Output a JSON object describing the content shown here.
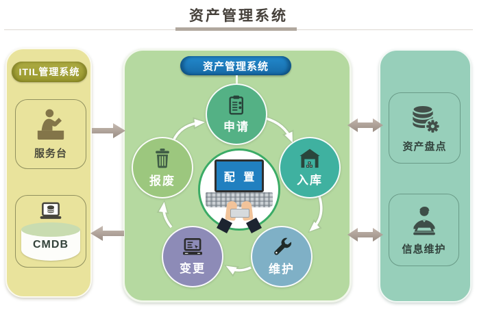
{
  "title": "资产管理系统",
  "left_panel": {
    "badge": "ITIL管理系统",
    "items": [
      {
        "label": "服务台",
        "icon": "service-desk-icon"
      },
      {
        "label": "CMDB",
        "icon": "laptop-database-icon"
      }
    ]
  },
  "center_panel": {
    "badge": "资产管理系统",
    "hub": {
      "label": "配 置",
      "icon": "laptop-hands-icon"
    },
    "nodes": [
      {
        "label": "申请",
        "icon": "clipboard-icon",
        "color": "#54b185"
      },
      {
        "label": "入库",
        "icon": "warehouse-icon",
        "color": "#3fb1a0"
      },
      {
        "label": "维护",
        "icon": "wrench-icon",
        "color": "#7fb0c6"
      },
      {
        "label": "变更",
        "icon": "laptop-edit-icon",
        "color": "#8d8bb7"
      },
      {
        "label": "报废",
        "icon": "trash-icon",
        "color": "#9cc77e"
      }
    ],
    "flow": "申请 → 入库 → 维护 → 变更 → 报废 → 申请"
  },
  "right_panel": {
    "items": [
      {
        "label": "资产盘点",
        "icon": "database-gear-icon"
      },
      {
        "label": "信息维护",
        "icon": "person-laptop-icon"
      }
    ]
  },
  "colors": {
    "left_panel_bg": "#e9e39c",
    "center_panel_bg": "#b5d9a0",
    "right_panel_bg": "#97cfba",
    "left_badge_bg": "#a5a43c",
    "center_badge_bg": "#1b7fc2",
    "hub_border": "#3bab66",
    "hub_screen_bg": "#2180c0",
    "connector_arrow": "#a89a91",
    "cycle_arrow": "#ffffff"
  }
}
